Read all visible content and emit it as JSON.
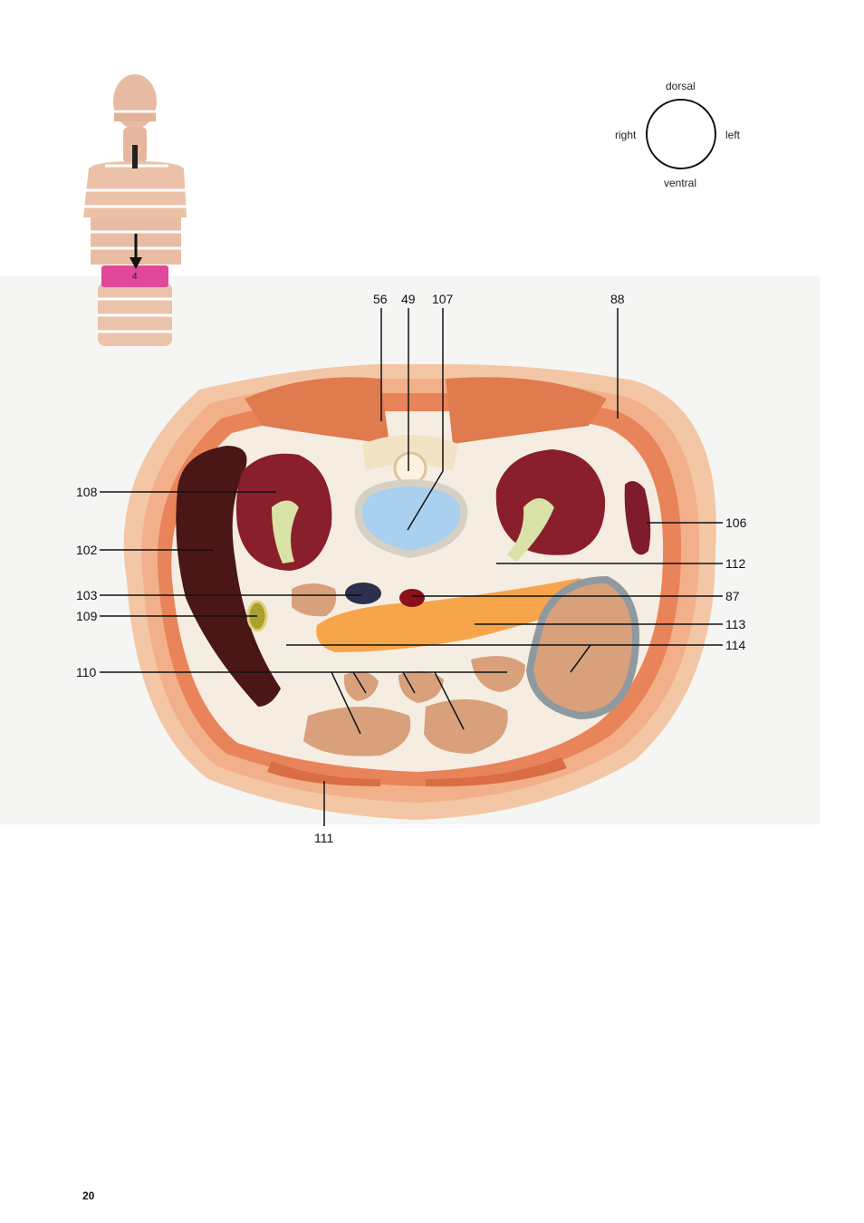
{
  "orientation": {
    "top": "dorsal",
    "bottom": "ventral",
    "left": "right",
    "right": "left"
  },
  "slice_marker": {
    "number": "4",
    "color": "#e0489a"
  },
  "labels": {
    "l56": "56",
    "l49": "49",
    "l107": "107",
    "l88": "88",
    "l108": "108",
    "l102": "102",
    "l103": "103",
    "l109": "109",
    "l110": "110",
    "l106": "106",
    "l112": "112",
    "l87": "87",
    "l113": "113",
    "l114": "114",
    "l111": "111"
  },
  "page_number": "20",
  "colors": {
    "skin": "#f3c7a5",
    "muscle": "#e9845a",
    "liver": "#4a1616",
    "kidney": "#8a1f2c",
    "fat": "#f7f0e6",
    "bowel": "#d9a07c",
    "pancreas": "#f6a54a",
    "csf": "#a9d0ef"
  }
}
